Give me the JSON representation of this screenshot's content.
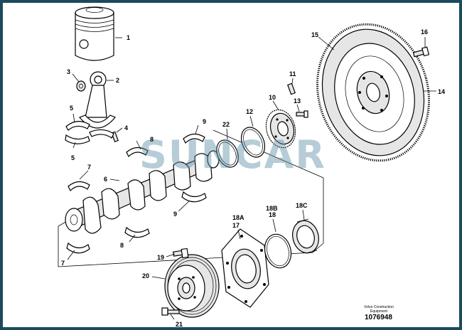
{
  "watermark": "SUNCAR",
  "brand": "Volvo Construction Equipment",
  "drawing_number": "1076948",
  "callouts": {
    "c1": "1",
    "c2": "2",
    "c3": "3",
    "c4": "4",
    "c5a": "5",
    "c5b": "5",
    "c6": "6",
    "c7a": "7",
    "c7b": "7",
    "c8a": "8",
    "c8b": "8",
    "c9a": "9",
    "c9b": "9",
    "c10": "10",
    "c11": "11",
    "c12": "12",
    "c13": "13",
    "c14": "14",
    "c15": "15",
    "c16": "16",
    "c17": "17",
    "c18": "18",
    "c18a": "18A",
    "c18b": "18B",
    "c18c": "18C",
    "c19": "19",
    "c20": "20",
    "c21": "21",
    "c22": "22"
  }
}
